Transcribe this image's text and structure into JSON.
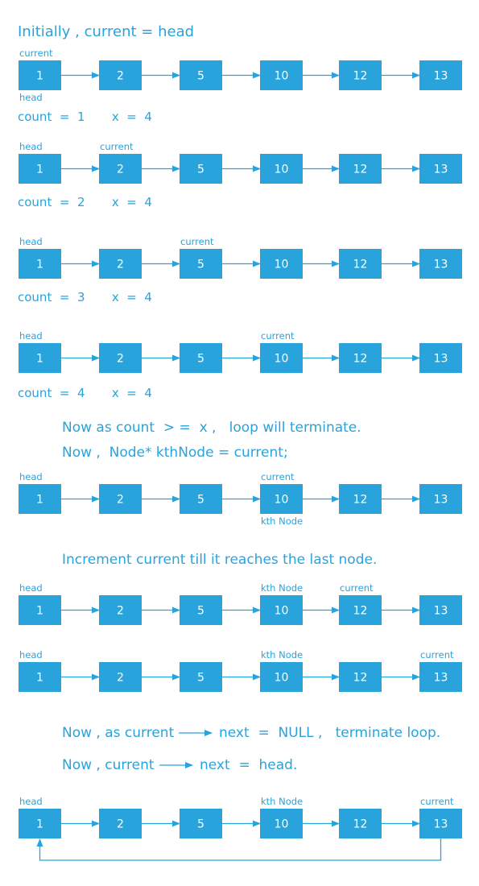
{
  "colors": {
    "node_fill": "#29a3dc",
    "node_text": "#ffffff",
    "arrow": "#29a3dc",
    "text": "#29a3dc",
    "background": "#ffffff"
  },
  "node_values": [
    "1",
    "2",
    "5",
    "10",
    "12",
    "13"
  ],
  "captions": {
    "initially": "Initially ,  current  =  head",
    "terminate_count": "Now as count  > =  x ,   loop will terminate.",
    "kth_assign": "Now ,  Node* kthNode = current;",
    "increment": "Increment current till it reaches the last node.",
    "next_null_prefix": "Now , as current",
    "next_null_suffix": "next  =  NULL ,   terminate loop.",
    "next_head_prefix": "Now , current",
    "next_head_suffix": "next  =  head."
  },
  "count_lines": [
    "count  =  1       x  =  4",
    "count  =  2       x  =  4",
    "count  =  3       x  =  4",
    "count  =  4       x  =  4"
  ],
  "rows": [
    {
      "labels_above": {
        "0": "current"
      },
      "labels_below": {
        "0": "head"
      },
      "circular": false
    },
    {
      "labels_above": {
        "0": "head",
        "1": "current"
      },
      "labels_below": {},
      "circular": false
    },
    {
      "labels_above": {
        "0": "head",
        "2": "current"
      },
      "labels_below": {},
      "circular": false
    },
    {
      "labels_above": {
        "0": "head",
        "3": "current"
      },
      "labels_below": {},
      "circular": false
    },
    {
      "labels_above": {
        "0": "head",
        "3": "current"
      },
      "labels_below": {
        "3": "kth Node"
      },
      "circular": false
    },
    {
      "labels_above": {
        "0": "head",
        "3": "kth Node",
        "4": "current"
      },
      "labels_below": {},
      "circular": false
    },
    {
      "labels_above": {
        "0": "head",
        "3": "kth Node",
        "5": "current"
      },
      "labels_below": {},
      "circular": false
    },
    {
      "labels_above": {
        "0": "head",
        "3": "kth Node",
        "5": "current"
      },
      "labels_below": {},
      "circular": true
    }
  ]
}
